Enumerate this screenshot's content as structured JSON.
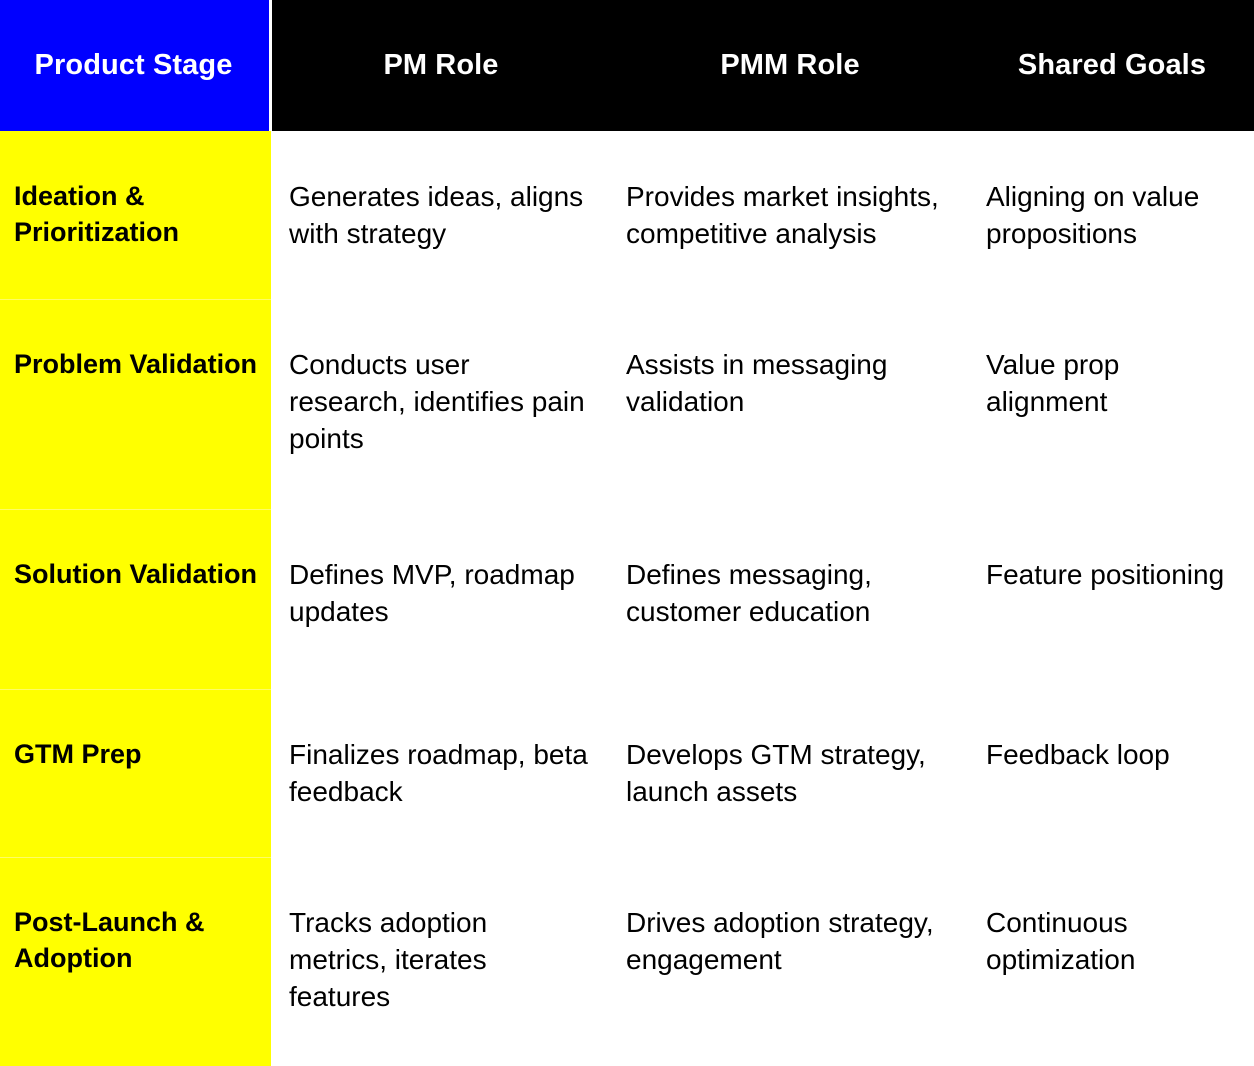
{
  "table": {
    "columns": [
      {
        "key": "stage",
        "label": "Product Stage",
        "header_bg": "#0000ff",
        "cell_bg": "#ffff00"
      },
      {
        "key": "pm",
        "label": "PM Role",
        "header_bg": "#000000",
        "cell_bg": "#ffffff"
      },
      {
        "key": "pmm",
        "label": "PMM Role",
        "header_bg": "#000000",
        "cell_bg": "#ffffff"
      },
      {
        "key": "shared",
        "label": "Shared Goals",
        "header_bg": "#000000",
        "cell_bg": "#ffffff"
      }
    ],
    "rows": [
      {
        "stage": "Ideation & Prioritization",
        "pm": "Generates ideas, aligns with strategy",
        "pmm": "Provides market insights, competitive analysis",
        "shared": "Aligning on value propositions"
      },
      {
        "stage": "Problem Validation",
        "pm": "Conducts user research, identifies pain points",
        "pmm": "Assists in messaging validation",
        "shared": "Value prop alignment"
      },
      {
        "stage": "Solution Validation",
        "pm": "Defines MVP, roadmap updates",
        "pmm": "Defines messaging, customer education",
        "shared": "Feature positioning"
      },
      {
        "stage": "GTM Prep",
        "pm": "Finalizes roadmap, beta feedback",
        "pmm": "Develops GTM strategy, launch assets",
        "shared": "Feedback loop"
      },
      {
        "stage": "Post-Launch & Adoption",
        "pm": "Tracks adoption metrics, iterates features",
        "pmm": "Drives adoption strategy, engagement",
        "shared": "Continuous optimization"
      }
    ]
  },
  "colors": {
    "header_accent": "#0000ff",
    "header_bar": "#000000",
    "stage_highlight": "#ffff00",
    "header_text": "#ffffff",
    "body_text": "#000000",
    "page_bg": "#ffffff"
  }
}
